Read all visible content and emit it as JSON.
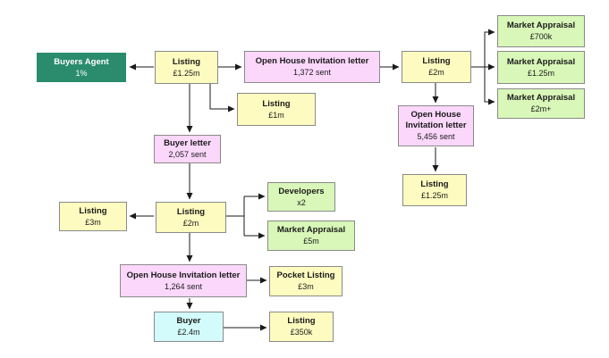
{
  "colors": {
    "listing": "#fdfbbf",
    "letter": "#fbd7fb",
    "appraisal": "#d8f7b8",
    "buyer": "#d3fbfb",
    "agent": "#2a8c6c",
    "line": "#1a1a1a"
  },
  "nodes": {
    "buyers_agent": {
      "title": "Buyers Agent",
      "sub": "1%"
    },
    "listing_125_top": {
      "title": "Listing",
      "sub": "£1.25m"
    },
    "open_house_1372": {
      "title": "Open House Invitation letter",
      "sub": "1,372 sent"
    },
    "listing_2m_top": {
      "title": "Listing",
      "sub": "£2m"
    },
    "appraisal_700k": {
      "title": "Market Appraisal",
      "sub": "£700k"
    },
    "appraisal_125m": {
      "title": "Market Appraisal",
      "sub": "£1.25m"
    },
    "appraisal_2m": {
      "title": "Market Appraisal",
      "sub": "£2m+"
    },
    "listing_1m": {
      "title": "Listing",
      "sub": "£1m"
    },
    "open_house_5456": {
      "title": "Open House Invitation letter",
      "sub": "5,456 sent"
    },
    "listing_125_right": {
      "title": "Listing",
      "sub": "£1.25m"
    },
    "buyer_letter": {
      "title": "Buyer letter",
      "sub": "2,057 sent"
    },
    "listing_3m": {
      "title": "Listing",
      "sub": "£3m"
    },
    "listing_2m_mid": {
      "title": "Listing",
      "sub": "£2m"
    },
    "developers": {
      "title": "Developers",
      "sub": "x2"
    },
    "appraisal_5m": {
      "title": "Market Appraisal",
      "sub": "£5m"
    },
    "open_house_1264": {
      "title": "Open House Invitation letter",
      "sub": "1,264 sent"
    },
    "pocket_listing": {
      "title": "Pocket Listing",
      "sub": "£3m"
    },
    "buyer": {
      "title": "Buyer",
      "sub": "£2.4m"
    },
    "listing_350k": {
      "title": "Listing",
      "sub": "£350k"
    }
  }
}
